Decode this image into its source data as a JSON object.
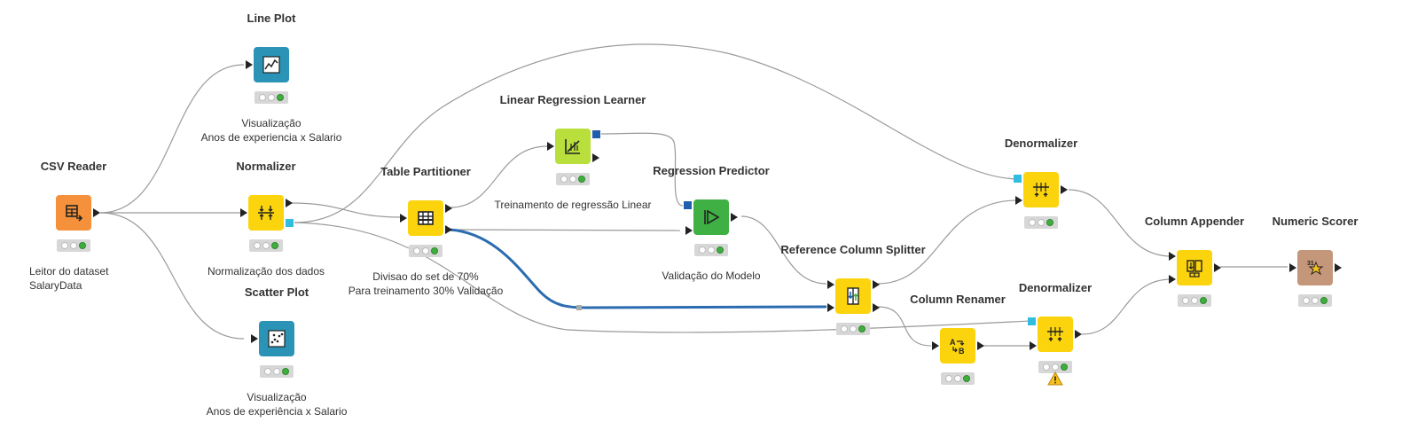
{
  "colors": {
    "source": "#f5913b",
    "manipulator": "#fbd40d",
    "learner": "#b9df3c",
    "predictor": "#3fb044",
    "visualizer": "#2a93b6",
    "other": "#c4977a",
    "wire": "#9a9a9a",
    "wire_model": "#2b6cb0",
    "port_model": "#1f5fad",
    "port_config": "#30bde0",
    "status_ok": "#3fae3f"
  },
  "nodes": [
    {
      "id": "csv-reader",
      "title": "CSV Reader",
      "icon": "table-arrow-icon",
      "color": "#f5913b",
      "desc": [
        "Leitor do dataset",
        "SalaryData"
      ],
      "desc_align": "left",
      "status": "executed"
    },
    {
      "id": "line-plot",
      "title": "Line Plot",
      "icon": "line-chart-icon",
      "color": "#2a93b6",
      "desc": [
        "Visualização",
        "Anos de experiencia x Salario"
      ],
      "status": "executed"
    },
    {
      "id": "normalizer",
      "title": "Normalizer",
      "icon": "normalize-icon",
      "color": "#fbd40d",
      "desc": [
        "Normalização dos dados"
      ],
      "status": "executed"
    },
    {
      "id": "scatter-plot",
      "title": "Scatter Plot",
      "icon": "scatter-chart-icon",
      "color": "#2a93b6",
      "desc": [
        "Visualização",
        "Anos de experiência x Salario"
      ],
      "status": "executed"
    },
    {
      "id": "table-partitioner",
      "title": "Table Partitioner",
      "icon": "partition-icon",
      "color": "#fbd40d",
      "desc": [
        "Divisao do set de 70%",
        "Para treinamento 30% Validação"
      ],
      "status": "executed"
    },
    {
      "id": "linear-regression-learner",
      "title": "Linear Regression Learner",
      "icon": "regression-learner-icon",
      "color": "#b9df3c",
      "desc": [
        "Treinamento de regressão Linear"
      ],
      "status": "executed"
    },
    {
      "id": "regression-predictor",
      "title": "Regression Predictor",
      "icon": "predictor-icon",
      "color": "#3fb044",
      "desc": [
        "Validação do Modelo"
      ],
      "status": "executed"
    },
    {
      "id": "denormalizer-1",
      "title": "Denormalizer",
      "icon": "denormalize-icon",
      "color": "#fbd40d",
      "desc": [],
      "status": "executed"
    },
    {
      "id": "reference-column-splitter",
      "title": "Reference Column Splitter",
      "icon": "column-splitter-icon",
      "color": "#fbd40d",
      "desc": [],
      "status": "executed"
    },
    {
      "id": "column-renamer",
      "title": "Column Renamer",
      "icon": "rename-icon",
      "color": "#fbd40d",
      "desc": [],
      "status": "executed"
    },
    {
      "id": "denormalizer-2",
      "title": "Denormalizer",
      "icon": "denormalize-icon",
      "color": "#fbd40d",
      "desc": [],
      "status": "executed",
      "warning": true
    },
    {
      "id": "column-appender",
      "title": "Column Appender",
      "icon": "column-appender-icon",
      "color": "#fbd40d",
      "desc": [],
      "status": "executed"
    },
    {
      "id": "numeric-scorer",
      "title": "Numeric Scorer",
      "icon": "scorer-icon",
      "color": "#c4977a",
      "desc": [],
      "status": "executed"
    }
  ],
  "connections": [
    {
      "from": "csv-reader",
      "to": "line-plot",
      "type": "data"
    },
    {
      "from": "csv-reader",
      "to": "normalizer",
      "type": "data"
    },
    {
      "from": "csv-reader",
      "to": "scatter-plot",
      "type": "data"
    },
    {
      "from": "normalizer",
      "to": "table-partitioner",
      "type": "data"
    },
    {
      "from": "normalizer",
      "to": "denormalizer-1",
      "type": "config"
    },
    {
      "from": "normalizer",
      "to": "denormalizer-2",
      "type": "config"
    },
    {
      "from": "table-partitioner",
      "to": "linear-regression-learner",
      "type": "data"
    },
    {
      "from": "table-partitioner",
      "to": "regression-predictor",
      "type": "data"
    },
    {
      "from": "table-partitioner",
      "to": "reference-column-splitter",
      "type": "data",
      "highlighted": true
    },
    {
      "from": "linear-regression-learner",
      "to": "regression-predictor",
      "type": "model"
    },
    {
      "from": "regression-predictor",
      "to": "reference-column-splitter",
      "type": "data"
    },
    {
      "from": "reference-column-splitter",
      "to": "denormalizer-1",
      "type": "data"
    },
    {
      "from": "reference-column-splitter",
      "to": "column-renamer",
      "type": "data"
    },
    {
      "from": "column-renamer",
      "to": "denormalizer-2",
      "type": "data"
    },
    {
      "from": "denormalizer-1",
      "to": "column-appender",
      "type": "data"
    },
    {
      "from": "denormalizer-2",
      "to": "column-appender",
      "type": "data"
    },
    {
      "from": "column-appender",
      "to": "numeric-scorer",
      "type": "data"
    }
  ]
}
